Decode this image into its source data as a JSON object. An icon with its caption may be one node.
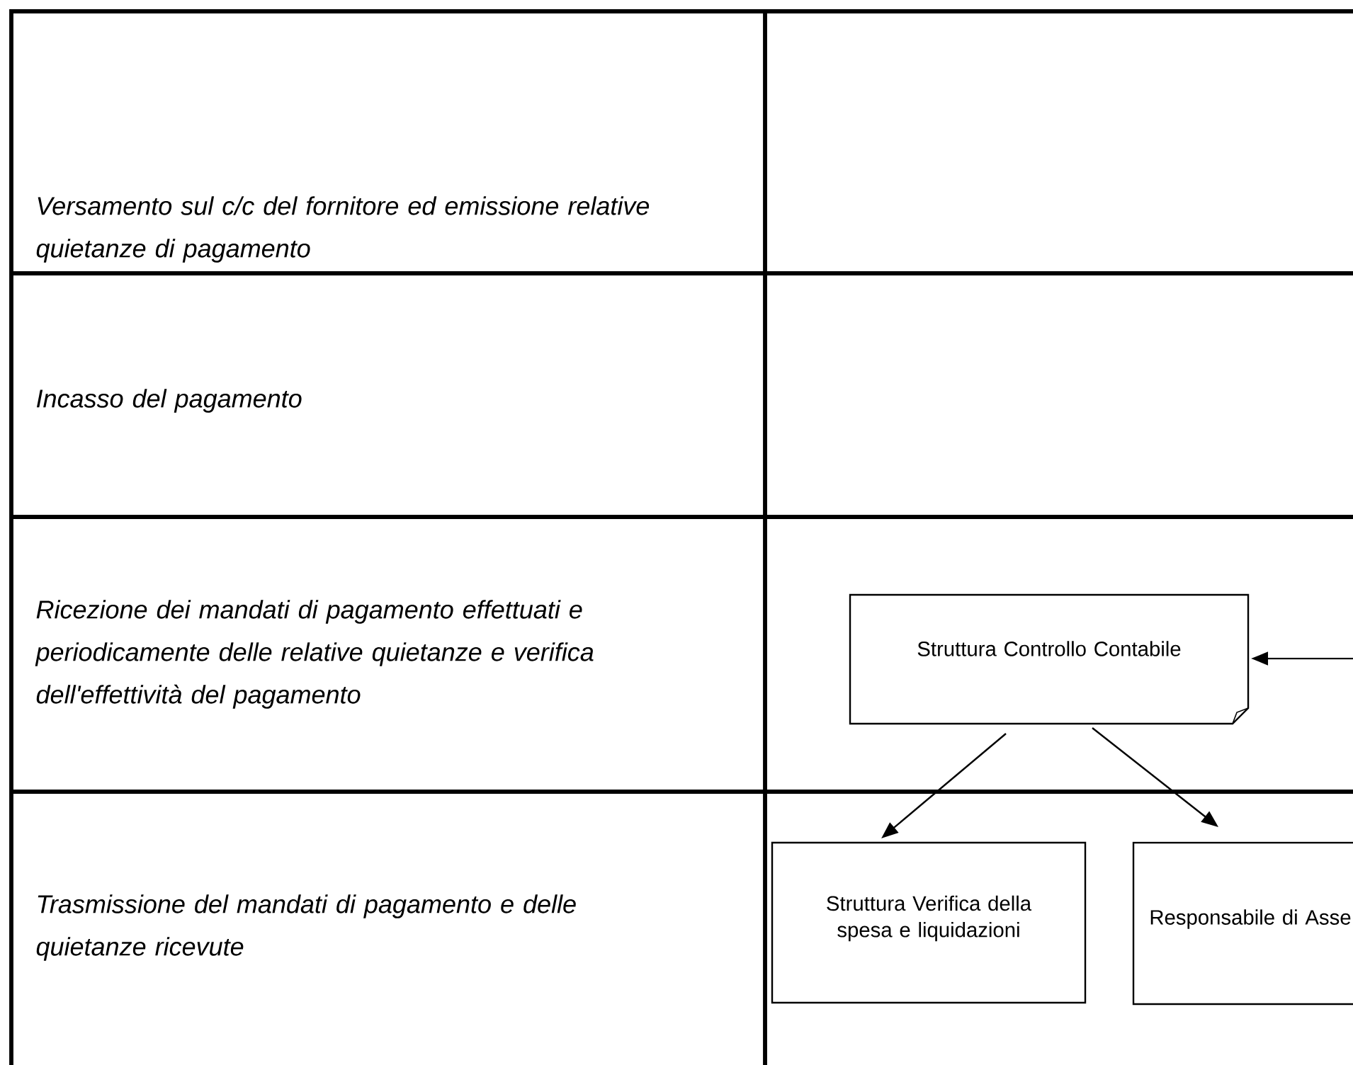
{
  "diagram": {
    "nodes": [
      {
        "text": [
          "Struttura Controllo Contabile"
        ]
      },
      {
        "text": [
          "Struttura Verifica della spesa e liquidazioni"
        ]
      },
      {
        "text": [
          "Responsabile di Asse"
        ]
      }
    ],
    "edges": [
      {
        "from": null,
        "to": 0,
        "arrow": "to"
      },
      {
        "from": 0,
        "to": 1,
        "arrow": "to"
      },
      {
        "from": 0,
        "to": 2,
        "arrow": "to"
      }
    ],
    "labels": [
      "Versamento sul c/c del fornitore  ed emissione relative quietanze di pagamento",
      "Incasso del pagamento",
      "Ricezione dei mandati di pagamento effettuati e periodicamente delle relative quietanze e verifica dell'effettività del pagamento",
      "Trasmissione del mandati di pagamento e delle quietanze ricevute"
    ]
  }
}
